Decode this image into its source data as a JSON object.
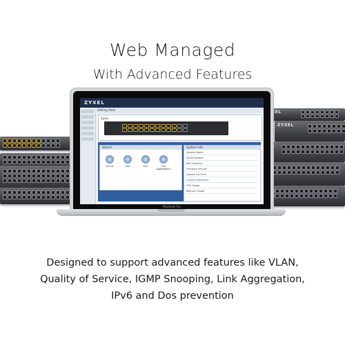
{
  "title": "Web Managed",
  "subtitle": "With Advanced Features",
  "caption": {
    "line1": "Designed to support advanced features like VLAN,",
    "line2": "Quality of Service, IGMP Snooping, Link Aggregation,",
    "line3": "IPv6 and Dos prevention"
  },
  "laptop": {
    "brand": "ZYXEL",
    "model_label": "MacBook Pro",
    "screen_tab": "Getting Start",
    "panel_title": "Zyxel",
    "left_box_title": "Wizard",
    "right_box_title": "System Info",
    "icons": [
      "Set up",
      "QoS",
      "Port",
      "Link Aggregation"
    ],
    "info_rows": [
      "System Name",
      "Serial Number",
      "MAC Address",
      "Firmware Version",
      "System Up Time",
      "Current Date/Time",
      "CPU Usage",
      "Memory Usage"
    ]
  },
  "switch_brand": "ZYXEL",
  "colors": {
    "background": "#ffffff",
    "text": "#1a1a1a",
    "switch_body": "#3f4247",
    "screen_header": "#1c2e4a",
    "screen_blue": "#2f5f9e"
  }
}
